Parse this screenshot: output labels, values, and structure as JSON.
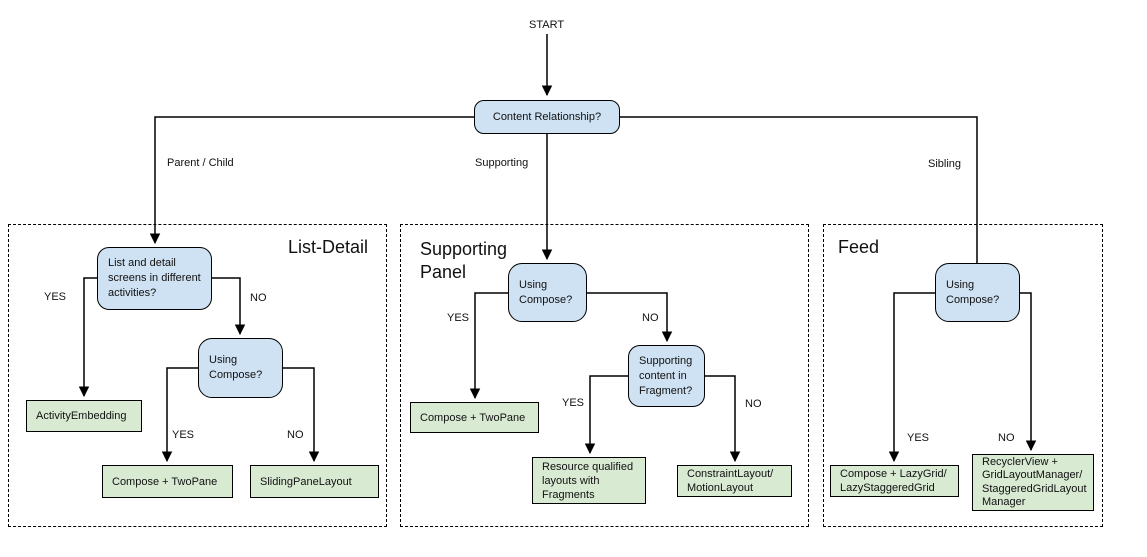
{
  "flowchart": {
    "start_label": "START",
    "root_question": "Content Relationship?",
    "yes_label": "YES",
    "no_label": "NO",
    "branch_labels": {
      "parent_child": "Parent / Child",
      "supporting": "Supporting",
      "sibling": "Sibling"
    },
    "colors": {
      "decision_fill": "#cfe2f3",
      "result_fill": "#d9ead3",
      "line": "#000000",
      "text": "#111111"
    },
    "groups": {
      "list_detail": {
        "title": "List-Detail",
        "q_activities": "List and detail\nscreens in different\nactivities?",
        "q_compose": "Using\nCompose?",
        "r_activity_embedding": "ActivityEmbedding",
        "r_compose_twopane": "Compose + TwoPane",
        "r_slidingpanelayout": "SlidingPaneLayout"
      },
      "supporting_panel": {
        "title": "Supporting\nPanel",
        "q_compose": "Using\nCompose?",
        "q_fragment": "Supporting\ncontent in\nFragment?",
        "r_compose_twopane": "Compose + TwoPane",
        "r_resource_qualified": "Resource qualified\nlayouts with\nFragments",
        "r_constraint_motion": "ConstraintLayout/\nMotionLayout"
      },
      "feed": {
        "title": "Feed",
        "q_compose": "Using\nCompose?",
        "r_lazygrid": "Compose + LazyGrid/\nLazyStaggeredGrid",
        "r_recyclerview": "RecyclerView +\nGridLayoutManager/\nStaggeredGridLayout\nManager"
      }
    }
  }
}
